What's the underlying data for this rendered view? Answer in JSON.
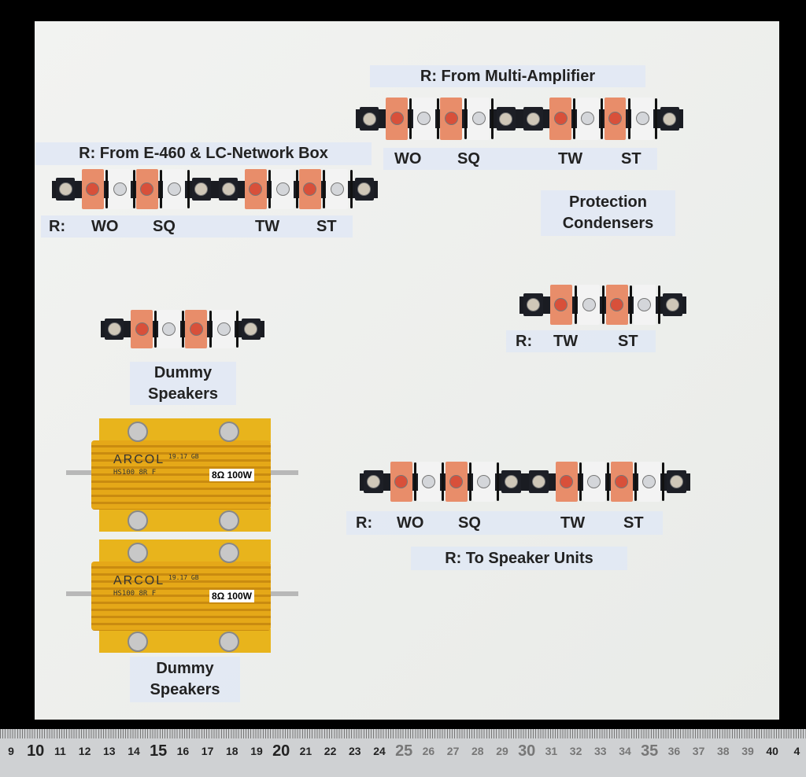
{
  "labels": {
    "multi_amp_title": "R:  From Multi-Amplifier",
    "multi_amp": [
      "WO",
      "SQ",
      "TW",
      "ST"
    ],
    "e460_title": "R:  From E-460 & LC-Network Box",
    "e460": [
      "R:",
      "WO",
      "SQ",
      "TW",
      "ST"
    ],
    "protection": [
      "Protection",
      "Condensers"
    ],
    "condenser": [
      "R:",
      "TW",
      "ST"
    ],
    "dummy_top": [
      "Dummy",
      "Speakers"
    ],
    "dummy_bottom": [
      "Dummy",
      "Speakers"
    ],
    "speaker": [
      "R:",
      "WO",
      "SQ",
      "TW",
      "ST"
    ],
    "speaker_title": "R: To Speaker Units"
  },
  "strips": {
    "multi_amp": [
      "e",
      "c",
      "s",
      "c",
      "s",
      "e",
      "e",
      "c",
      "s",
      "c",
      "s",
      "e"
    ],
    "e460": [
      "e",
      "c",
      "s",
      "c",
      "s",
      "e",
      "e",
      "c",
      "s",
      "c",
      "s",
      "e"
    ],
    "condenser": [
      "e",
      "c",
      "s",
      "c",
      "s",
      "e"
    ],
    "dummy": [
      "e",
      "c",
      "s",
      "c",
      "s",
      "e"
    ],
    "speaker": [
      "e",
      "c",
      "s",
      "c",
      "s",
      "e",
      "e",
      "c",
      "s",
      "c",
      "s",
      "e"
    ]
  },
  "resistors": [
    {
      "brand": "ARCOL",
      "code": "19.17 GB",
      "model": "HS100 8R F",
      "rating": "8Ω 100W"
    },
    {
      "brand": "ARCOL",
      "code": "19.17 GB",
      "model": "HS100 8R F",
      "rating": "8Ω 100W"
    }
  ],
  "ruler": [
    "9",
    "10",
    "11",
    "12",
    "13",
    "14",
    "15",
    "16",
    "17",
    "18",
    "19",
    "20",
    "21",
    "22",
    "23",
    "24",
    "25",
    "26",
    "27",
    "28",
    "29",
    "30",
    "31",
    "32",
    "33",
    "34",
    "35",
    "36",
    "37",
    "38",
    "39",
    "40",
    "4"
  ]
}
